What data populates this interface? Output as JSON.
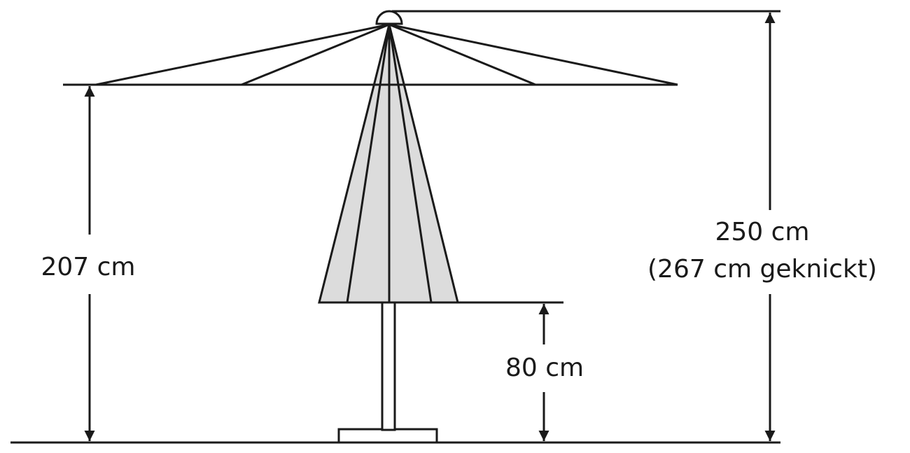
{
  "colors": {
    "line": "#1a1a1a",
    "canopy_closed_fill": "#dcdcdc",
    "background": "#ffffff"
  },
  "dimensions": {
    "canopy_height": {
      "value": 207,
      "unit": "cm",
      "label": "207 cm"
    },
    "total_height": {
      "value": 250,
      "unit": "cm",
      "label": "250 cm",
      "tilted_value": 267,
      "tilted_label": "(267 cm geknickt)"
    },
    "closed_clearance": {
      "value": 80,
      "unit": "cm",
      "label": "80 cm"
    }
  }
}
